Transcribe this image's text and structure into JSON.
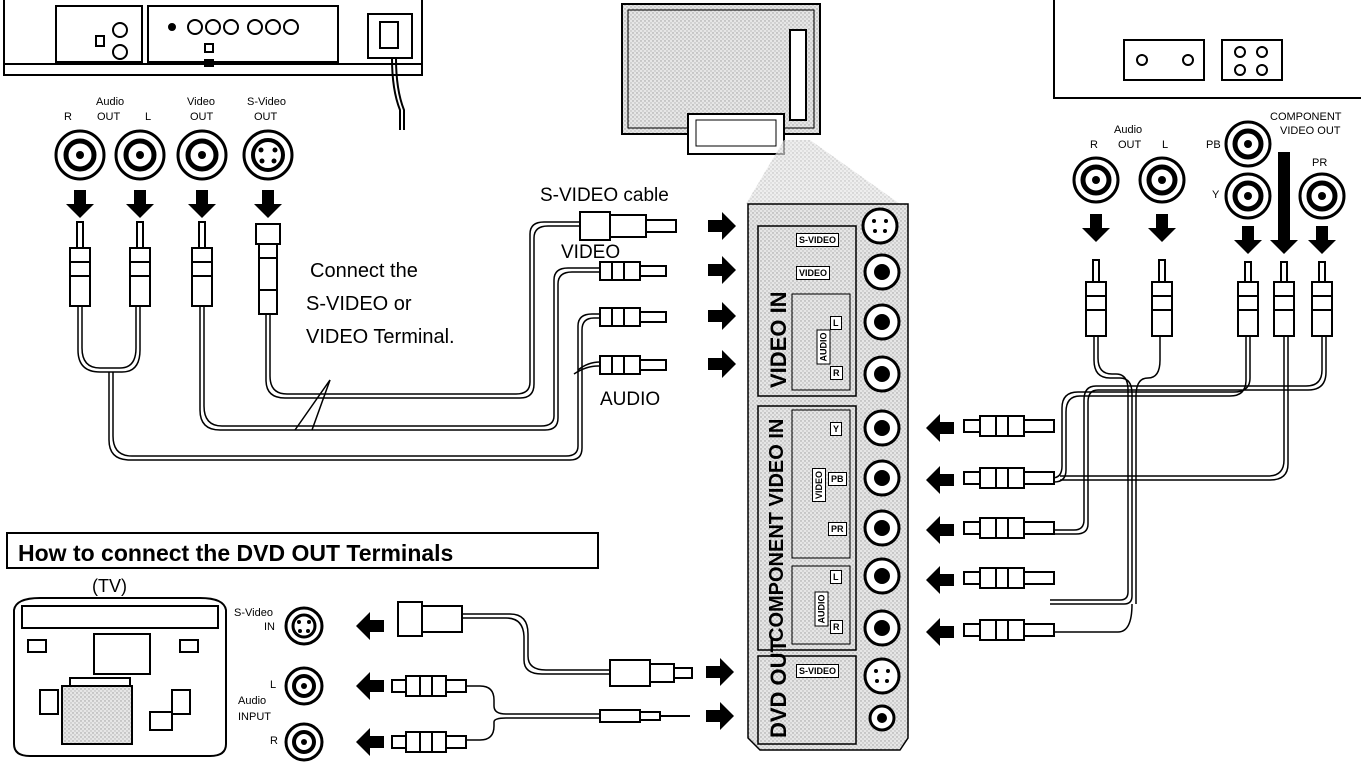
{
  "top_left_device": {
    "audio_out_label": "Audio",
    "out_label": "OUT",
    "r_label": "R",
    "l_label": "L",
    "video_label": "Video",
    "video_out_label": "OUT",
    "svideo_label": "S-Video",
    "svideo_out_label": "OUT"
  },
  "callouts": {
    "svideo_cable": "S-VIDEO cable",
    "video": "VIDEO",
    "audio": "AUDIO",
    "connect_line1": "Connect the",
    "connect_line2": "S-VIDEO or",
    "connect_line3": "VIDEO Terminal."
  },
  "panel": {
    "video_in": "VIDEO IN",
    "component_video_in": "COMPONENT VIDEO IN",
    "dvd_out": "DVD OUT",
    "svideo_tag": "S-VIDEO",
    "video_tag": "VIDEO",
    "audio_tag": "AUDIO",
    "l_tag": "L",
    "r_tag": "R",
    "video_sub_tag": "VIDEO",
    "y_tag": "Y",
    "pb_tag": "PB",
    "pr_tag": "PR",
    "comp_audio_tag": "AUDIO",
    "comp_l_tag": "L",
    "comp_r_tag": "R",
    "dvd_svideo_tag": "S-VIDEO"
  },
  "right_device": {
    "audio_label": "Audio",
    "out_label": "OUT",
    "r_label": "R",
    "l_label": "L",
    "component_line1": "COMPONENT",
    "component_line2": "VIDEO OUT",
    "pb_label": "PB",
    "y_label": "Y",
    "pr_label": "PR"
  },
  "dvd_section": {
    "heading": "How to connect the DVD OUT Terminals",
    "tv_label": "(TV)",
    "svideo_in_line1": "S-Video",
    "svideo_in_line2": "IN",
    "l_label": "L",
    "audio_input_line1": "Audio",
    "audio_input_line2": "INPUT",
    "r_label": "R"
  }
}
